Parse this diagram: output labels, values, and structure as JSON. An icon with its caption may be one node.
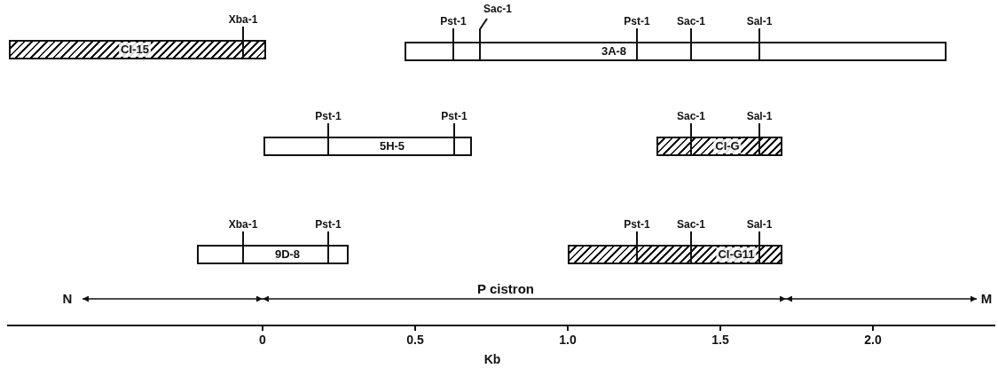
{
  "diagram": {
    "nodes": [
      {
        "text": [
          "Cl-15"
        ],
        "beside": [
          "Xba-1"
        ]
      },
      {
        "text": [
          "3A-8"
        ],
        "beside": [
          "Pst-1",
          "Sac-1",
          "Pst-1",
          "Sac-1",
          "Sal-1"
        ]
      },
      {
        "text": [
          "5H-5"
        ],
        "beside": [
          "Pst-1",
          "Pst-1"
        ]
      },
      {
        "text": [
          "Cl-G"
        ],
        "beside": [
          "Sac-1",
          "Sal-1"
        ]
      },
      {
        "text": [
          "9D-8"
        ],
        "beside": [
          "Xba-1",
          "Pst-1"
        ]
      },
      {
        "text": [
          "Cl-G11"
        ],
        "beside": [
          "Pst-1",
          "Sac-1",
          "Sal-1"
        ]
      }
    ],
    "labels": [
      "N",
      "P cistron",
      "M",
      "0",
      "0.5",
      "1.0",
      "1.5",
      "2.0",
      "Kb"
    ]
  }
}
